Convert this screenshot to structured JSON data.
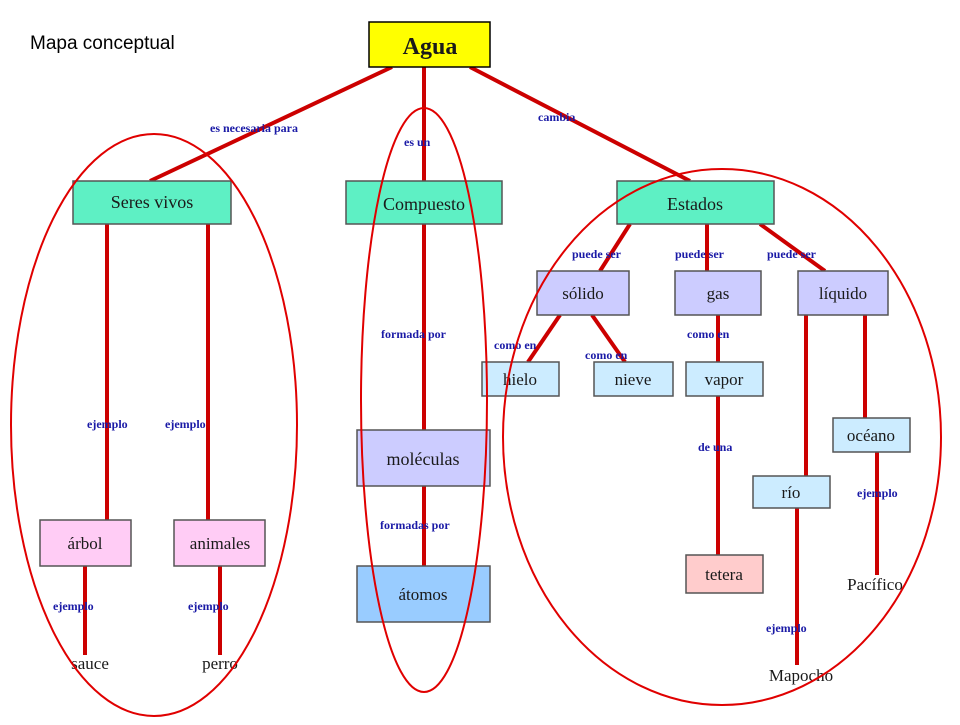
{
  "title": "Mapa conceptual",
  "colors": {
    "line": "#cc0000",
    "box_border": "#555555",
    "label": "#1a1aa6",
    "ellipse": "#e00000",
    "yellow": "#ffff00",
    "green": "#5ef0c4",
    "lavender": "#ccccff",
    "pink": "#ffccf5",
    "lightblue": "#ccecff",
    "blue": "#99ccff",
    "salmon": "#ffcccc"
  },
  "nodes": {
    "agua": "Agua",
    "seres_vivos": "Seres vivos",
    "compuesto": "Compuesto",
    "estados": "Estados",
    "solido": "sólido",
    "gas": "gas",
    "liquido": "líquido",
    "hielo": "hielo",
    "nieve": "nieve",
    "vapor": "vapor",
    "oceano": "océano",
    "rio": "río",
    "tetera": "tetera",
    "moleculas": "moléculas",
    "atomos": "átomos",
    "arbol": "árbol",
    "animales": "animales",
    "sauce": "sauce",
    "perro": "perro",
    "pacifico": "Pacífico",
    "mapocho": "Mapocho"
  },
  "links": {
    "es_necesaria_para": "es necesaria para",
    "es_un": "es un",
    "cambia": "cambia",
    "puede_ser_1": "puede ser",
    "puede_ser_2": "puede ser",
    "puede_ser_3": "puede ser",
    "como_en_1": "como en",
    "como_en_2": "como en",
    "como_en_3": "como en",
    "de_una": "de una",
    "formada_por": "formada por",
    "formadas_por": "formadas por",
    "ejemplo_1": "ejemplo",
    "ejemplo_2": "ejemplo",
    "ejemplo_3": "ejemplo",
    "ejemplo_4": "ejemplo",
    "ejemplo_5": "ejemplo",
    "ejemplo_6": "ejemplo"
  }
}
